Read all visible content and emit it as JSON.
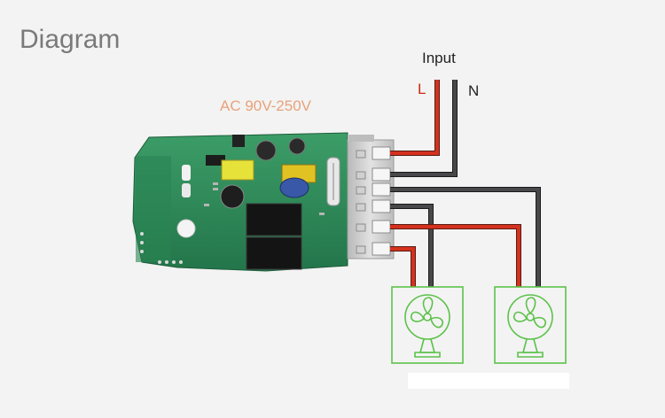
{
  "title": "Diagram",
  "voltage": "AC 90V-250V",
  "input": {
    "label": "Input",
    "live": "L",
    "neutral": "N"
  },
  "colors": {
    "live_wire": "#d4321e",
    "neutral_wire": "#3a3a3c",
    "fan_outline": "#5cc24a",
    "pcb": "#2f8f5a",
    "terminal_block": "#c8c8c8"
  },
  "loads": [
    {
      "icon": "fan-icon"
    },
    {
      "icon": "fan-icon"
    }
  ]
}
